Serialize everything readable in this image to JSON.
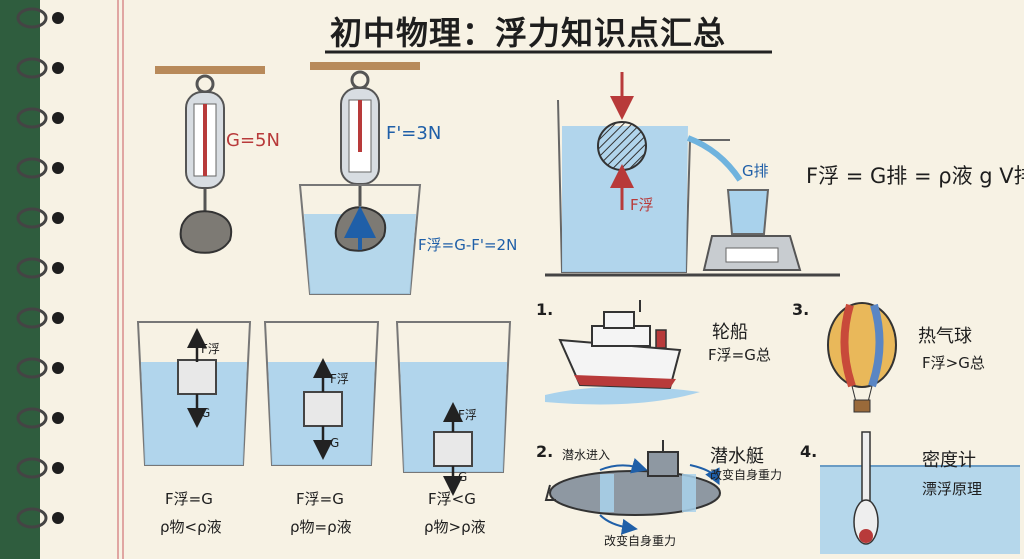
{
  "title": "初中物理：浮力知识点汇总",
  "weighing": {
    "air_label": "G=5N",
    "water_label": "F'=3N",
    "buoyancy_eq": "F浮=G-F'=2N"
  },
  "archimedes": {
    "buoy_label": "F浮",
    "displaced_label": "G排",
    "formula": "F浮 = G排 = ρ液 g V排"
  },
  "states": [
    {
      "force_eq": "F浮=G",
      "density_eq": "ρ物<ρ液",
      "up_label": "F浮",
      "down_label": "G"
    },
    {
      "force_eq": "F浮=G",
      "density_eq": "ρ物=ρ液",
      "up_label": "F浮",
      "down_label": "G"
    },
    {
      "force_eq": "F浮<G",
      "density_eq": "ρ物>ρ液",
      "up_label": "F浮",
      "down_label": "G"
    }
  ],
  "applications": [
    {
      "num": "1.",
      "name": "轮船",
      "eq": "F浮=G总"
    },
    {
      "num": "2.",
      "name": "潜水艇",
      "note_top": "潜水进入",
      "note_right": "改变自身重力",
      "note_bottom": "改变自身重力"
    },
    {
      "num": "3.",
      "name": "热气球",
      "eq": "F浮>G总"
    },
    {
      "num": "4.",
      "name": "密度计",
      "eq": "漂浮原理"
    }
  ],
  "colors": {
    "water": "#a9d2ec",
    "red": "#b83a3a",
    "blue": "#1f5fa8",
    "paper": "#f7f2e4",
    "green_strip": "#2f5d3e"
  }
}
